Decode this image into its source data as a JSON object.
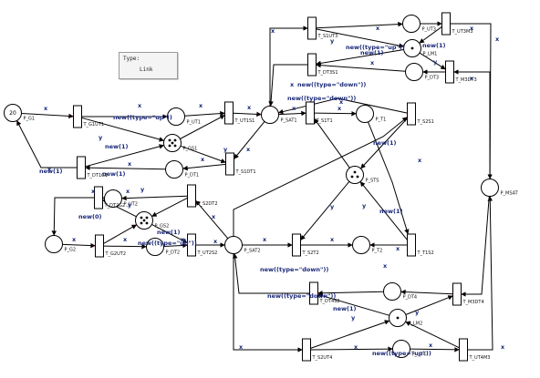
{
  "tooltip": {
    "line1": "Type:",
    "line2": "Link"
  },
  "places": [
    {
      "id": "P_G1",
      "label": "P_G1",
      "tokens": 0,
      "text": "20"
    },
    {
      "id": "P_UT1",
      "label": "P_UT1",
      "tokens": 0
    },
    {
      "id": "P_GS1",
      "label": "P_GS1",
      "tokens": 5
    },
    {
      "id": "P_DT1",
      "label": "P_DT1",
      "tokens": 0
    },
    {
      "id": "P_SAT1",
      "label": "P_SAT1",
      "tokens": 0
    },
    {
      "id": "P_T1",
      "label": "P_T1",
      "tokens": 0
    },
    {
      "id": "P_UT3",
      "label": "P_UT3",
      "tokens": 0
    },
    {
      "id": "P_LM1",
      "label": "P_LM1",
      "tokens": 1
    },
    {
      "id": "P_DT3",
      "label": "P_DT3",
      "tokens": 0
    },
    {
      "id": "P_STS",
      "label": "P_STS",
      "tokens": 3
    },
    {
      "id": "P_MSAT",
      "label": "P_MSAT",
      "tokens": 0
    },
    {
      "id": "P_UT2",
      "label": "P_UT2",
      "tokens": 0
    },
    {
      "id": "P_GS2",
      "label": "P_GS2",
      "tokens": 5
    },
    {
      "id": "P_G2",
      "label": "P_G2",
      "tokens": 0
    },
    {
      "id": "P_DT2",
      "label": "P_DT2",
      "tokens": 0
    },
    {
      "id": "P_SAT2",
      "label": "P_SAT2",
      "tokens": 0
    },
    {
      "id": "P_T2",
      "label": "P_T2",
      "tokens": 0
    },
    {
      "id": "P_DT4",
      "label": "P_DT4",
      "tokens": 0
    },
    {
      "id": "P_LM2",
      "label": "P_LM2",
      "tokens": 1
    },
    {
      "id": "P_UT4",
      "label": "P_UT4",
      "tokens": 0
    }
  ],
  "transitions": [
    {
      "id": "T_G1UT1",
      "label": "T_G1UT1"
    },
    {
      "id": "T_DT1G1",
      "label": "T_DT1G1"
    },
    {
      "id": "T_UT1S1",
      "label": "T_UT1S1"
    },
    {
      "id": "T_S1DT1",
      "label": "T_S1DT1"
    },
    {
      "id": "T_S1UT3",
      "label": "T_S1UT3"
    },
    {
      "id": "T_DT3S1",
      "label": "T_DT3S1"
    },
    {
      "id": "T_UT3M3",
      "label": "T_UT3M3"
    },
    {
      "id": "T_M3DT3",
      "label": "T_M3DT3"
    },
    {
      "id": "T_S1T1",
      "label": "T_S1T1"
    },
    {
      "id": "T_T1S2",
      "label": "T_T1S2"
    },
    {
      "id": "T_S2S1",
      "label": "T_S2S1"
    },
    {
      "id": "T_DT2G2",
      "label": "T_DT2G2"
    },
    {
      "id": "T_G2UT2",
      "label": "T_G2UT2"
    },
    {
      "id": "T_UT2S2",
      "label": "T_UT2S2"
    },
    {
      "id": "T_S2DT2",
      "label": "T_S2DT2"
    },
    {
      "id": "T_S2T2",
      "label": "T_S2T2"
    },
    {
      "id": "T_DT4S2",
      "label": "T_DT4S2"
    },
    {
      "id": "T_M3DT4",
      "label": "T_M3DT4"
    },
    {
      "id": "T_S2UT4",
      "label": "T_S2UT4"
    },
    {
      "id": "T_UT4M3",
      "label": "T_UT4M3"
    }
  ],
  "arc_labels": [
    "x",
    "x",
    "x",
    "x",
    "x",
    "x",
    "x",
    "x",
    "x",
    "x",
    "x",
    "x",
    "x",
    "x",
    "x",
    "x",
    "x",
    "x",
    "x",
    "x",
    "x",
    "x",
    "x",
    "x",
    "x",
    "x",
    "x",
    "x",
    "x",
    "x",
    "x",
    "x",
    "x",
    "x",
    "x",
    "y",
    "y",
    "y",
    "y",
    "y",
    "y",
    "y",
    "y",
    "y",
    "y",
    "new((type=\"up\"))",
    "new((type=\"up\"))",
    "new((type=\"down\"))",
    "new((type=\"down\"))",
    "new((type=\"down\"))",
    "new((type=\"down\"))",
    "new((type=\"up\"))",
    "new((type=\"up\"))",
    "new(1)",
    "new(1)",
    "new(1)",
    "new(1)",
    "new(1)",
    "new(1)",
    "new(1)",
    "new(1)",
    "new(1)",
    "new(0)",
    "new(0)"
  ]
}
